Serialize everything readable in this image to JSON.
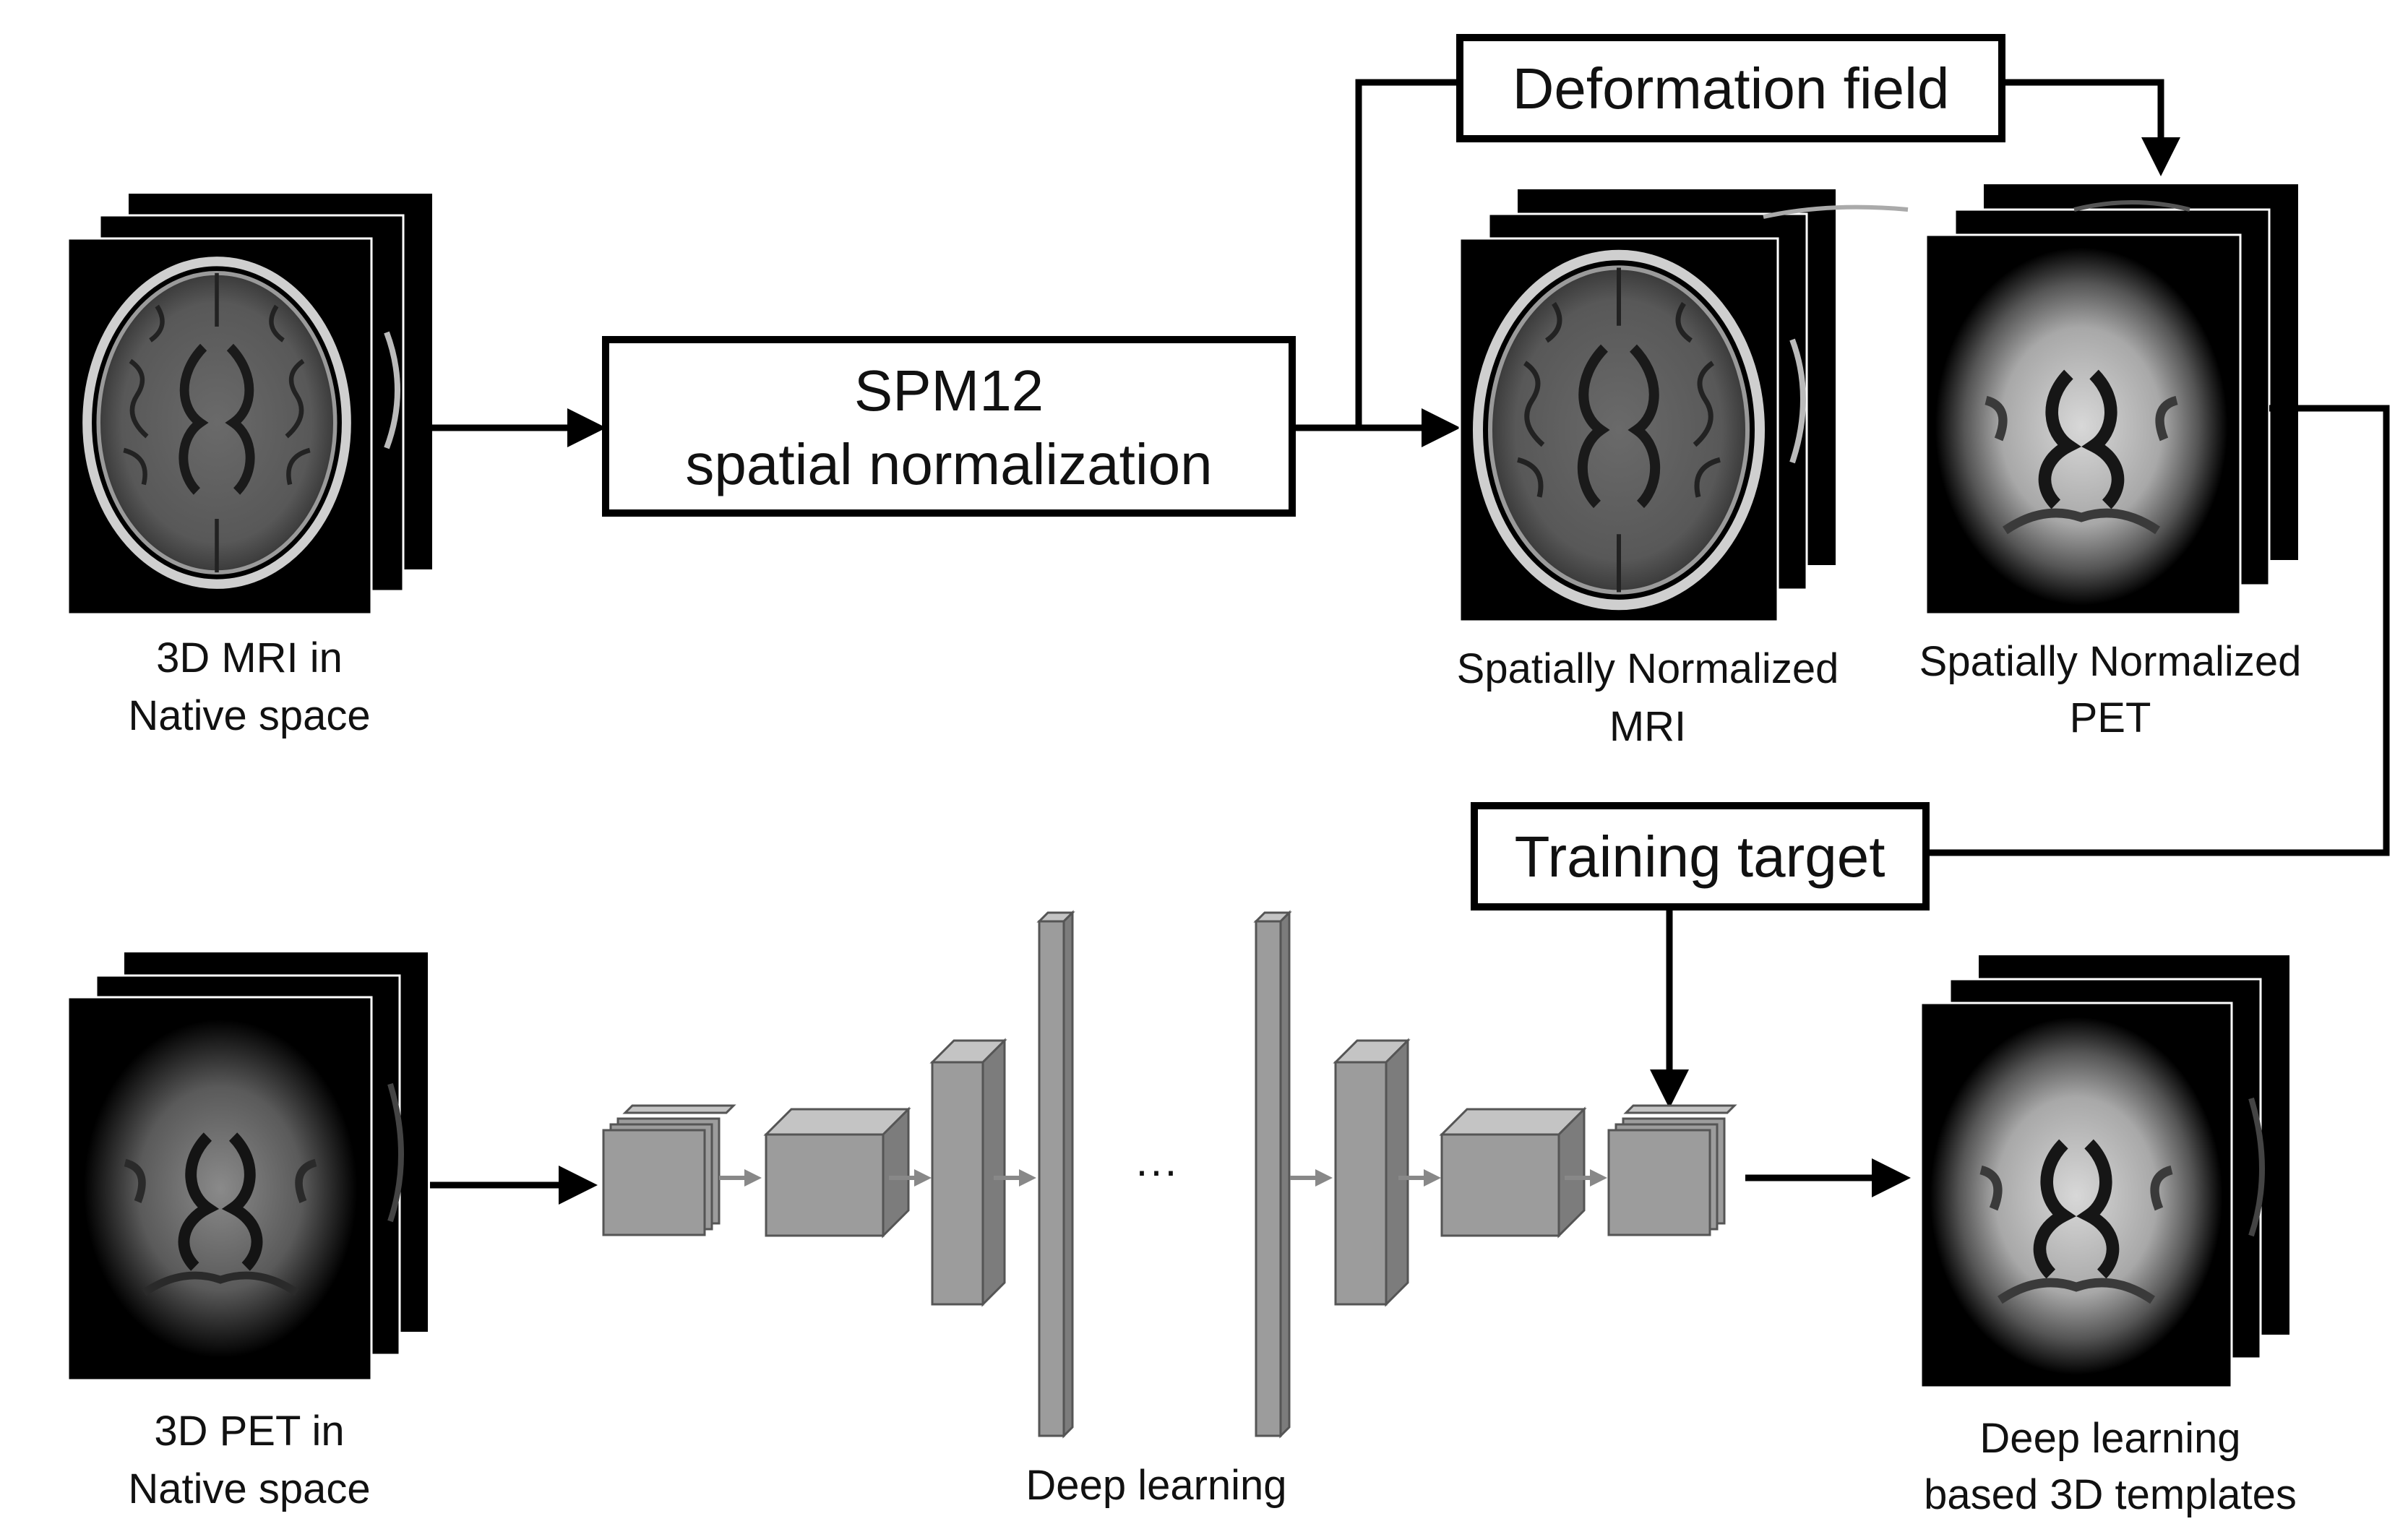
{
  "boxes": {
    "spm12_line1": "SPM12",
    "spm12_line2": "spatial normalization",
    "deformation_field": "Deformation field",
    "training_target": "Training target"
  },
  "labels": {
    "mri_native_line1": "3D MRI in",
    "mri_native_line2": "Native space",
    "norm_mri_line1": "Spatially Normalized",
    "norm_mri_line2": "MRI",
    "norm_pet_line1": "Spatially Normalized",
    "norm_pet_line2": "PET",
    "pet_native_line1": "3D PET in",
    "pet_native_line2": "Native space",
    "deep_learning": "Deep learning",
    "ellipsis": "···",
    "templates_line1": "Deep learning",
    "templates_line2": "based 3D templates"
  },
  "colors": {
    "line": "#000000",
    "block_front": "#9c9c9c",
    "block_top": "#c4c4c4",
    "block_side": "#7c7c7c",
    "image_bg": "#000000"
  }
}
